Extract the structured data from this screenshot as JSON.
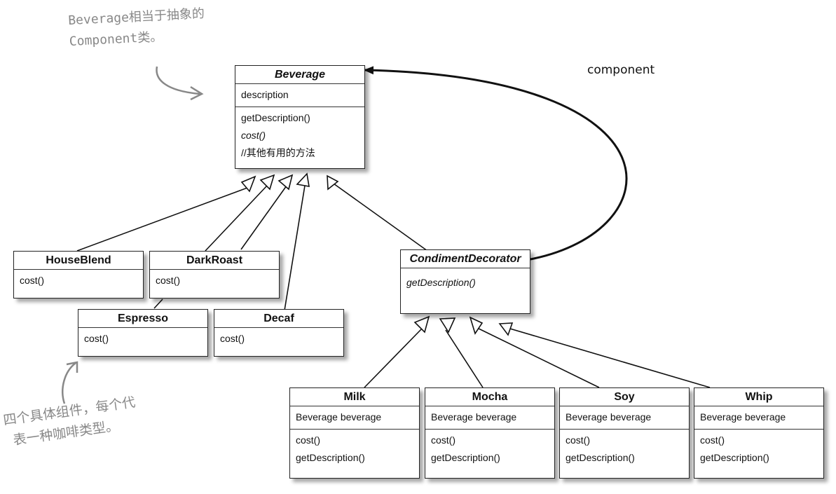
{
  "notes": {
    "top_note_line1": "Beverage相当于抽象的",
    "top_note_line2": "Component类。",
    "bottom_note_line1": "四个具体组件，每个代",
    "bottom_note_line2": "表一种咖啡类型。"
  },
  "association_label": "component",
  "classes": {
    "beverage": {
      "name": "Beverage",
      "fields": [
        "description"
      ],
      "methods": [
        "getDescription()",
        "cost()",
        "//其他有用的方法"
      ]
    },
    "houseblend": {
      "name": "HouseBlend",
      "methods": [
        "cost()"
      ]
    },
    "darkroast": {
      "name": "DarkRoast",
      "methods": [
        "cost()"
      ]
    },
    "espresso": {
      "name": "Espresso",
      "methods": [
        "cost()"
      ]
    },
    "decaf": {
      "name": "Decaf",
      "methods": [
        "cost()"
      ]
    },
    "condiment": {
      "name": "CondimentDecorator",
      "methods": [
        "getDescription()"
      ]
    },
    "milk": {
      "name": "Milk",
      "fields": [
        "Beverage beverage"
      ],
      "methods": [
        "cost()",
        "getDescription()"
      ]
    },
    "mocha": {
      "name": "Mocha",
      "fields": [
        "Beverage beverage"
      ],
      "methods": [
        "cost()",
        "getDescription()"
      ]
    },
    "soy": {
      "name": "Soy",
      "fields": [
        "Beverage beverage"
      ],
      "methods": [
        "cost()",
        "getDescription()"
      ]
    },
    "whip": {
      "name": "Whip",
      "fields": [
        "Beverage beverage"
      ],
      "methods": [
        "cost()",
        "getDescription()"
      ]
    }
  }
}
